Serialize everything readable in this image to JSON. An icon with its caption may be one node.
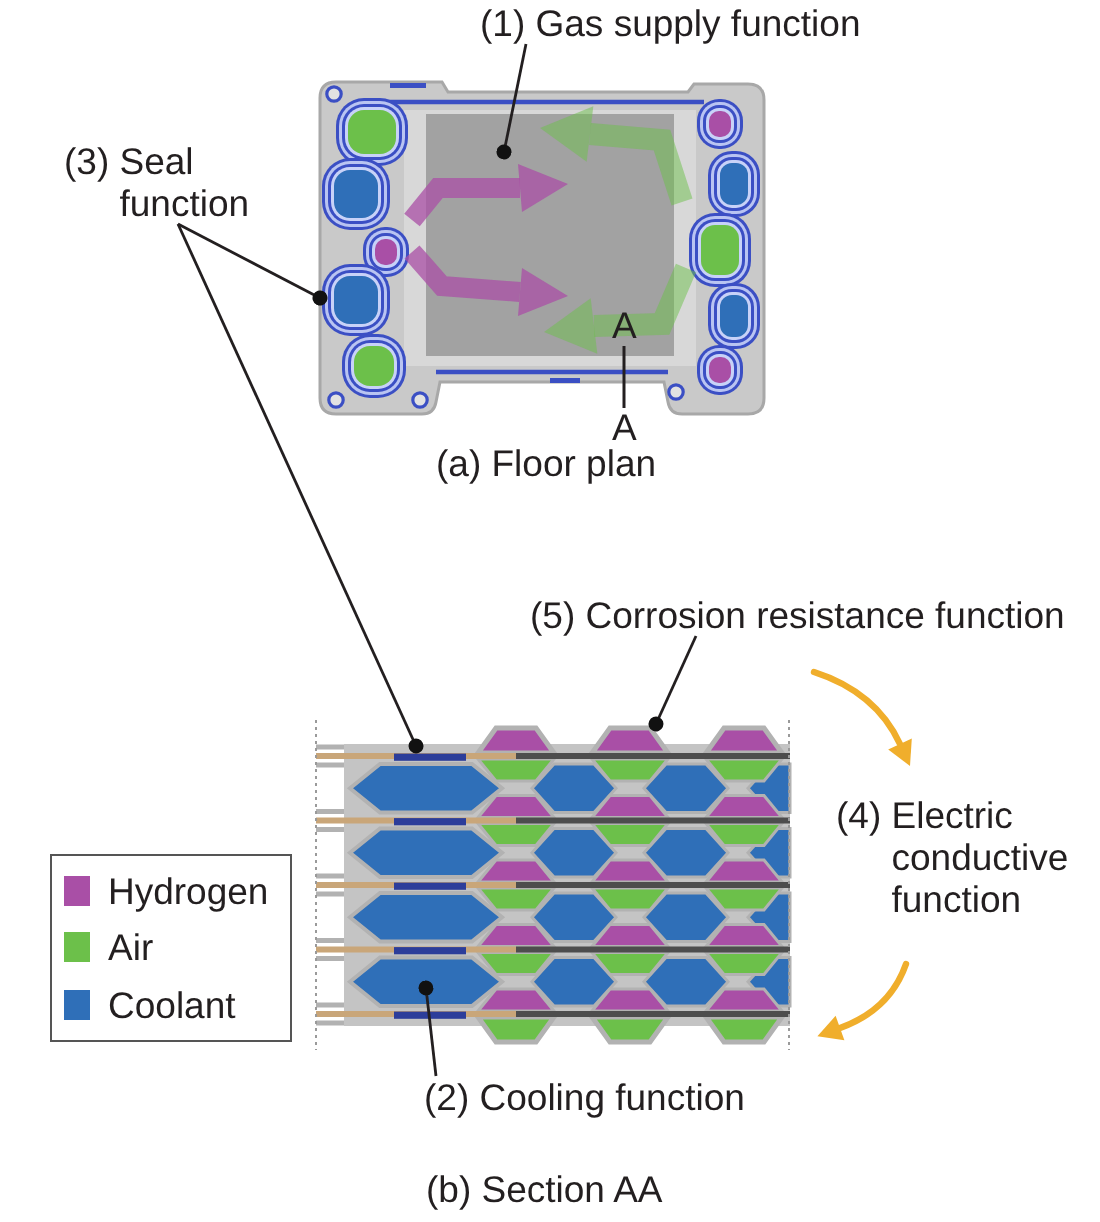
{
  "diagram": {
    "nodes": [
      {
        "text": [
          "(1) Gas supply function"
        ]
      },
      {
        "text": [
          "(3) Seal function"
        ]
      },
      {
        "text": [],
        "shape": "picture",
        "beside": [
          "(a) Floor plan"
        ]
      },
      {
        "text": [
          "(5) Corrosion resistance function"
        ]
      },
      {
        "text": [],
        "shape": "picture"
      },
      {
        "text": [
          "(2) Cooling function"
        ]
      }
    ],
    "edges": [
      {
        "from": 0,
        "to": 2,
        "arrow": "other"
      },
      {
        "from": 1,
        "to": 2,
        "arrow": "other"
      },
      {
        "from": 1,
        "to": 4,
        "arrow": "other"
      },
      {
        "from": 3,
        "to": 4,
        "arrow": "other"
      },
      {
        "from": 5,
        "to": 4,
        "arrow": "other"
      }
    ],
    "labels": [
      "A",
      "A",
      "(4) Electric conductive function",
      "(b) Section AA"
    ],
    "legend": [
      {
        "text": "Hydrogen",
        "color": "#a94fa6"
      },
      {
        "text": "Air",
        "color": "#6cc04a"
      },
      {
        "text": "Coolant",
        "color": "#2f6fb8"
      }
    ]
  }
}
